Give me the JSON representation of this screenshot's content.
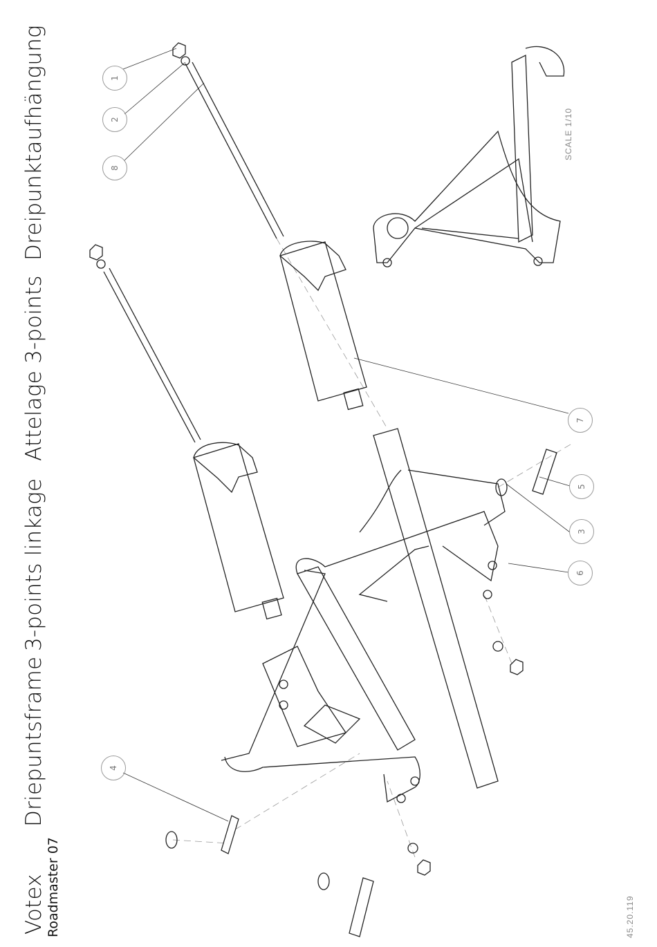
{
  "header": {
    "brand": "Votex",
    "model": "Roadmaster 07",
    "titles": [
      "Driepuntsframe",
      "3-points linkage",
      "Attelage 3-points",
      "Dreipunktaufhängung"
    ]
  },
  "drawing": {
    "scale": "SCALE  1/10",
    "drawing_number": "45.20.119",
    "callouts": [
      "1",
      "2",
      "8",
      "7",
      "5",
      "3",
      "6",
      "4"
    ],
    "line_color": "#222222"
  }
}
